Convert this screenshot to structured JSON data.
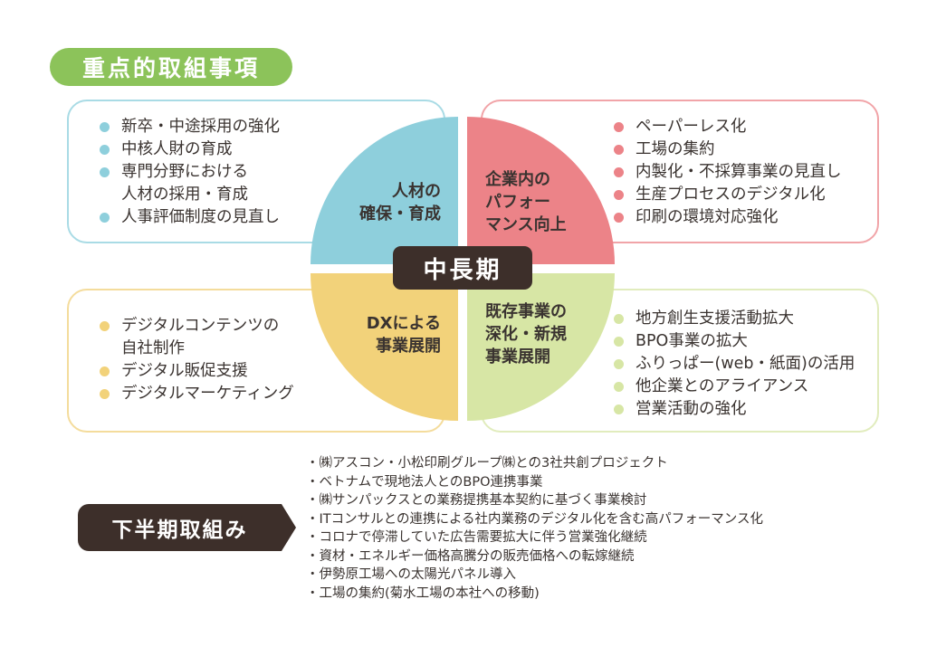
{
  "title": "重点的取組事項",
  "center_label": "中長期",
  "colors": {
    "blue": "#8ecfdc",
    "pink": "#ec8388",
    "yellow": "#f2d27a",
    "green": "#d7e6a5",
    "title_green": "#8cc35a",
    "dark": "#3d2f2a"
  },
  "quadrants": [
    {
      "label_lines": [
        "人材の",
        "確保・育成"
      ],
      "items": [
        [
          "新卒・中途採用の強化"
        ],
        [
          "中核人財の育成"
        ],
        [
          "専門分野における",
          "人材の採用・育成"
        ],
        [
          "人事評価制度の見直し"
        ]
      ]
    },
    {
      "label_lines": [
        "企業内の",
        "パフォー",
        "マンス向上"
      ],
      "items": [
        [
          "ペーパーレス化"
        ],
        [
          "工場の集約"
        ],
        [
          "内製化・不採算事業の見直し"
        ],
        [
          "生産プロセスのデジタル化"
        ],
        [
          "印刷の環境対応強化"
        ]
      ]
    },
    {
      "label_lines": [
        "DXによる",
        "事業展開"
      ],
      "items": [
        [
          "デジタルコンテンツの",
          "自社制作"
        ],
        [
          "デジタル販促支援"
        ],
        [
          "デジタルマーケティング"
        ]
      ]
    },
    {
      "label_lines": [
        "既存事業の",
        "深化・新規",
        "事業展開"
      ],
      "items": [
        [
          "地方創生支援活動拡大"
        ],
        [
          "BPO事業の拡大"
        ],
        [
          "ふりっぱー(web・紙面)の活用"
        ],
        [
          "他企業とのアライアンス"
        ],
        [
          "営業活動の強化"
        ]
      ]
    }
  ],
  "second_half": {
    "label": "下半期取組み",
    "items": [
      "・㈱アスコン・小松印刷グループ㈱との3社共創プロジェクト",
      "・ベトナムで現地法人とのBPO連携事業",
      "・㈱サンパックスとの業務提携基本契約に基づく事業検討",
      "・ITコンサルとの連携による社内業務のデジタル化を含む高パフォーマンス化",
      "・コロナで停滞していた広告需要拡大に伴う営業強化継続",
      "・資材・エネルギー価格高騰分の販売価格への転嫁継続",
      "・伊勢原工場への太陽光パネル導入",
      "・工場の集約(菊水工場の本社への移動)"
    ]
  }
}
